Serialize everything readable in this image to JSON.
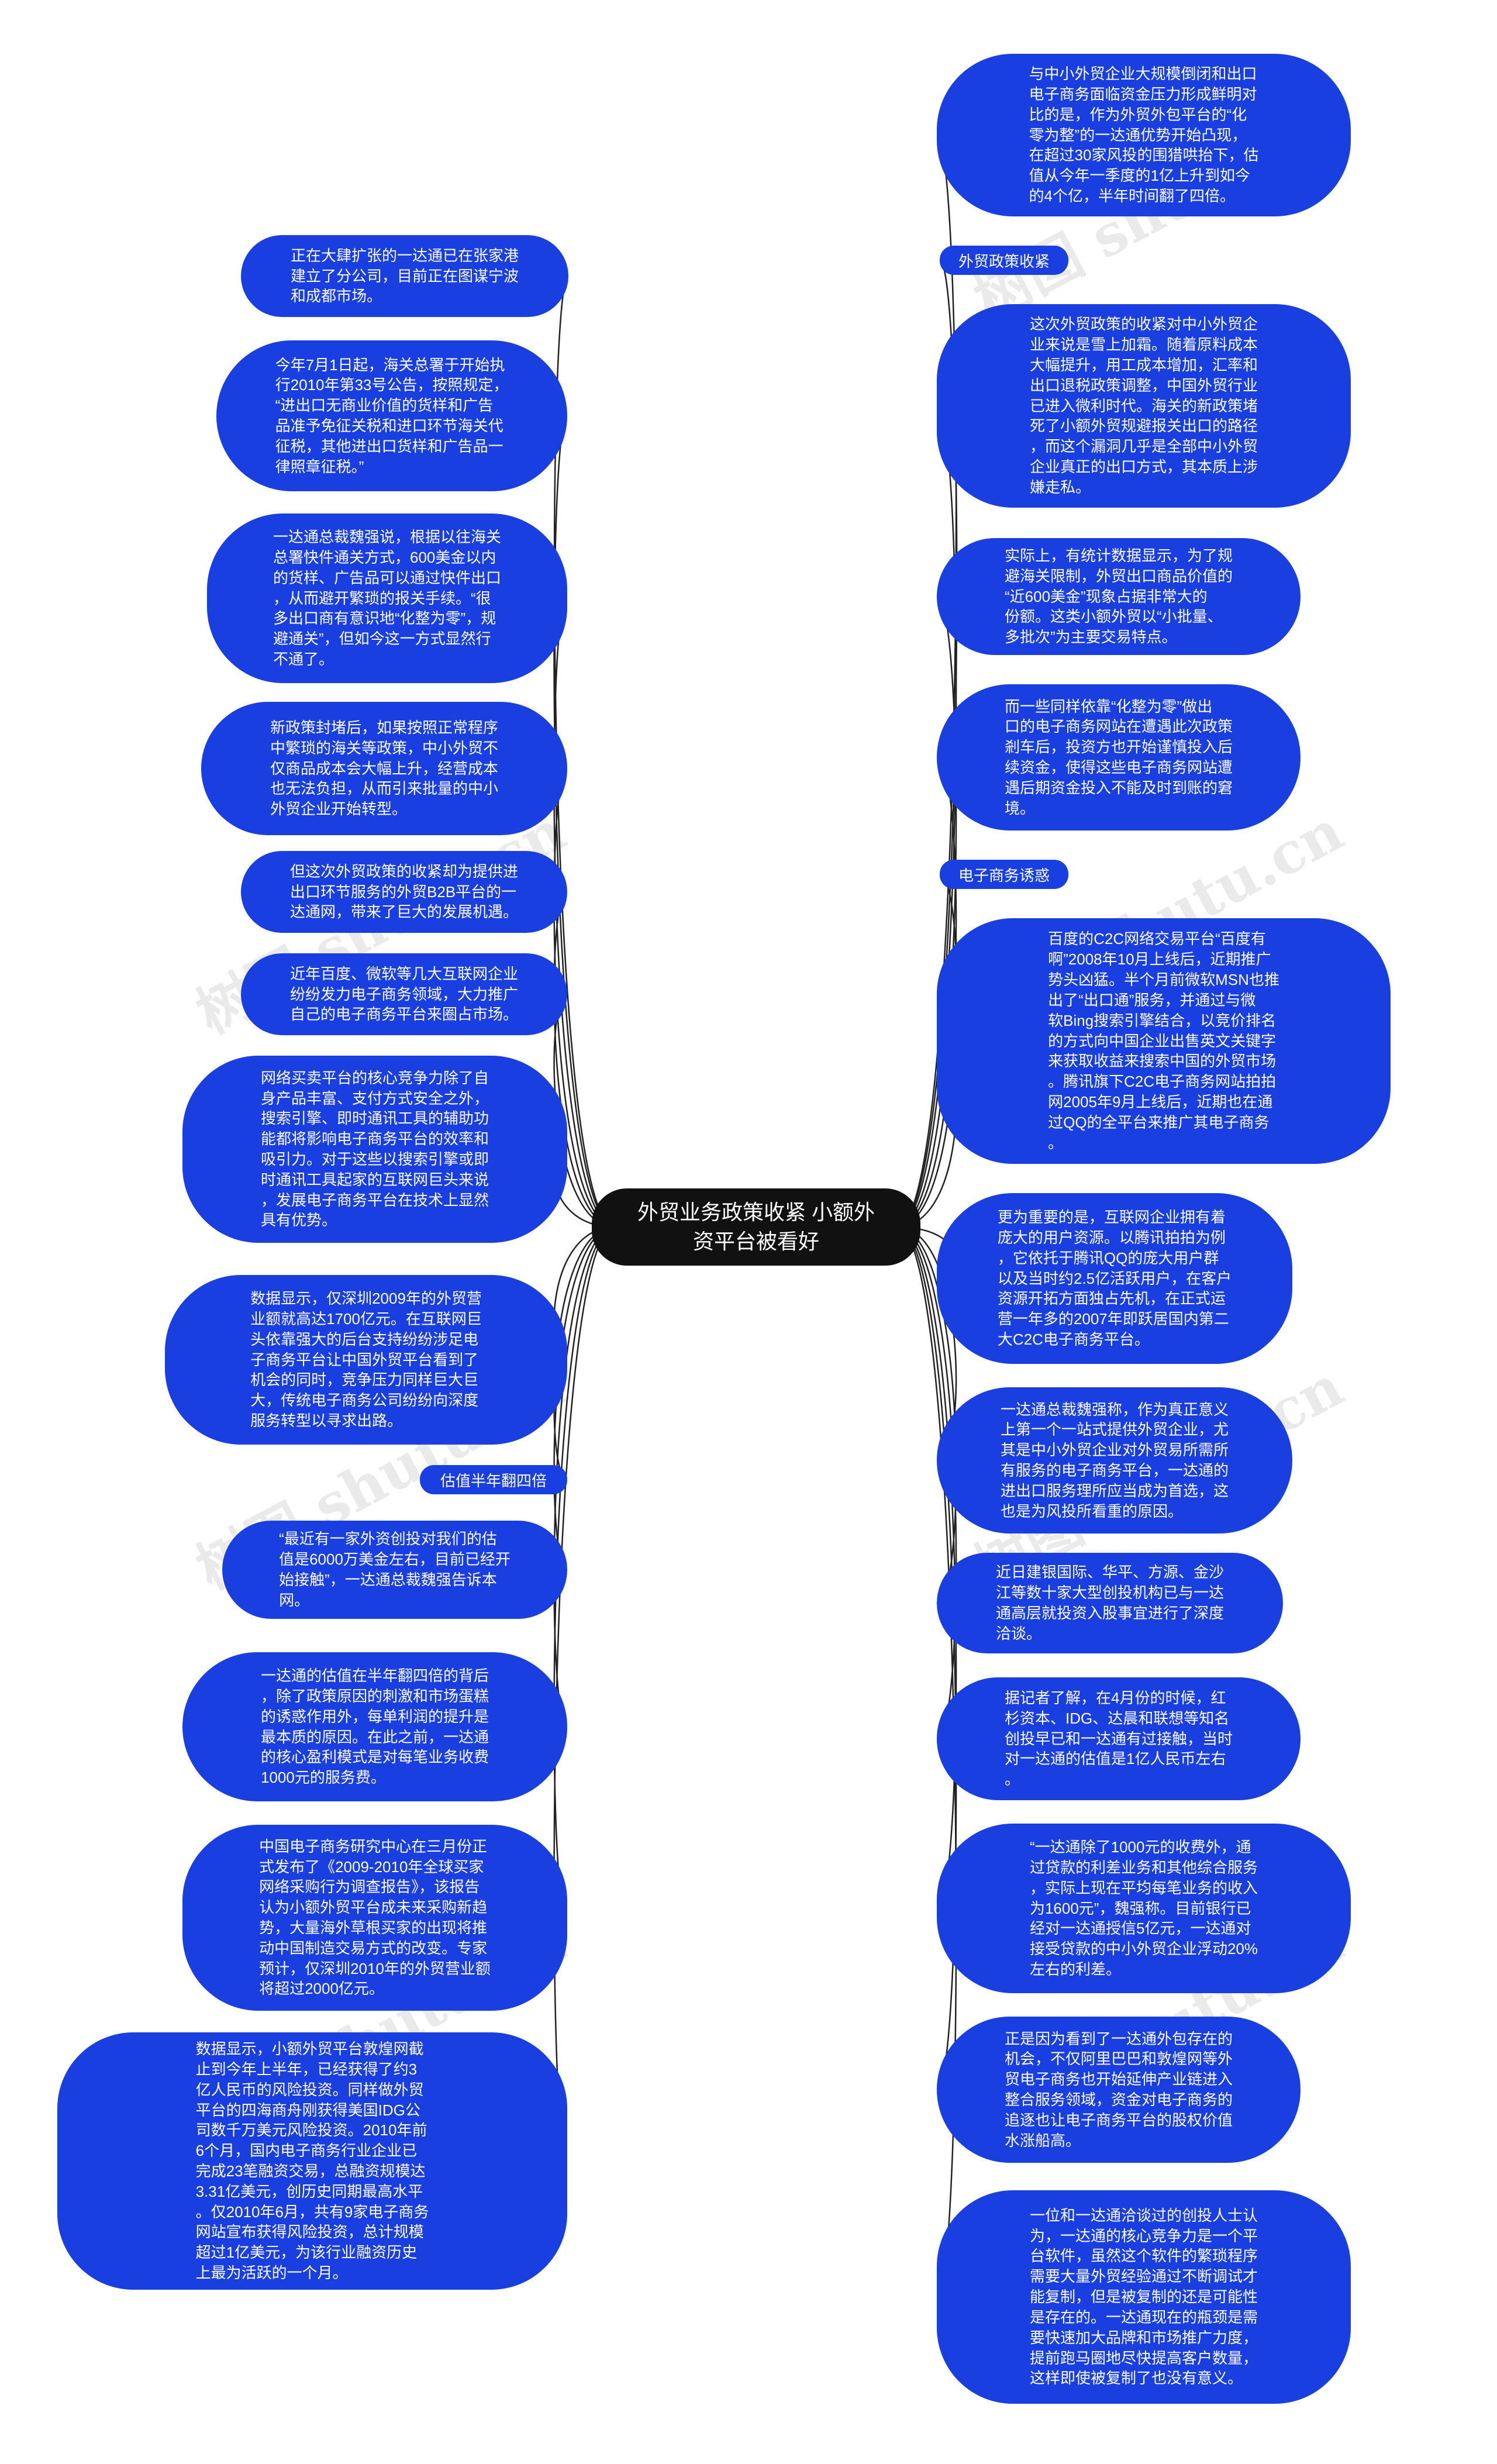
{
  "root": {
    "title": "外贸业务政策收紧 小额外\n资平台被看好"
  },
  "watermark": "树图 shutu.cn",
  "colors": {
    "node": "#1a3fe0",
    "root": "#111111",
    "line": "#222222"
  },
  "right": {
    "n1": "与中小外贸企业大规模倒闭和出口\n电子商务面临资金压力形成鲜明对\n比的是，作为外贸外包平台的“化\n零为整”的一达通优势开始凸现，\n在超过30家风投的围猎哄抬下，估\n值从今年一季度的1亿上升到如今\n的4个亿，半年时间翻了四倍。",
    "label1": "外贸政策收紧",
    "n2": "这次外贸政策的收紧对中小外贸企\n业来说是雪上加霜。随着原料成本\n大幅提升，用工成本增加，汇率和\n出口退税政策调整，中国外贸行业\n已进入微利时代。海关的新政策堵\n死了小额外贸规避报关出口的路径\n，而这个漏洞几乎是全部中小外贸\n企业真正的出口方式，其本质上涉\n嫌走私。",
    "n3": "实际上，有统计数据显示，为了规\n避海关限制，外贸出口商品价值的\n“近600美金”现象占据非常大的\n份额。这类小额外贸以“小批量、\n多批次”为主要交易特点。",
    "n4": "而一些同样依靠“化整为零”做出\n口的电子商务网站在遭遇此次政策\n剎车后，投资方也开始谨慎投入后\n续资金，使得这些电子商务网站遭\n遇后期资金投入不能及时到账的窘\n境。",
    "label2": "电子商务诱惑",
    "n5": "百度的C2C网络交易平台“百度有\n啊”2008年10月上线后，近期推广\n势头凶猛。半个月前微软MSN也推\n出了“出口通”服务，并通过与微\n软Bing搜索引擎结合，以竞价排名\n的方式向中国企业出售英文关键字\n来获取收益来搜索中国的外贸市场\n。腾讯旗下C2C电子商务网站拍拍\n网2005年9月上线后，近期也在通\n过QQ的全平台来推广其电子商务\n。",
    "n6": "更为重要的是，互联网企业拥有着\n庞大的用户资源。以腾讯拍拍为例\n，它依托于腾讯QQ的庞大用户群\n以及当时约2.5亿活跃用户，在客户\n资源开拓方面独占先机，在正式运\n营一年多的2007年即跃居国内第二\n大C2C电子商务平台。",
    "n7": "一达通总裁魏强称，作为真正意义\n上第一个一站式提供外贸企业，尤\n其是中小外贸企业对外贸易所需所\n有服务的电子商务平台，一达通的\n进出口服务理所应当成为首选，这\n也是为风投所看重的原因。",
    "n8": "近日建银国际、华平、方源、金沙\n江等数十家大型创投机构已与一达\n通高层就投资入股事宜进行了深度\n洽谈。",
    "n9": "据记者了解，在4月份的时候，红\n杉资本、IDG、达晨和联想等知名\n创投早已和一达通有过接触，当时\n对一达通的估值是1亿人民币左右\n。",
    "n10": "“一达通除了1000元的收费外，通\n过贷款的利差业务和其他综合服务\n，实际上现在平均每笔业务的收入\n为1600元”，魏强称。目前银行已\n经对一达通授信5亿元，一达通对\n接受贷款的中小外贸企业浮动20%\n左右的利差。",
    "n11": "正是因为看到了一达通外包存在的\n机会，不仅阿里巴巴和敦煌网等外\n贸电子商务也开始延伸产业链进入\n整合服务领域，资金对电子商务的\n追逐也让电子商务平台的股权价值\n水涨船高。",
    "n12": "一位和一达通洽谈过的创投人士认\n为，一达通的核心竞争力是一个平\n台软件，虽然这个软件的繁琐程序\n需要大量外贸经验通过不断调试才\n能复制，但是被复制的还是可能性\n是存在的。一达通现在的瓶颈是需\n要快速加大品牌和市场推广力度，\n提前跑马圈地尽快提高客户数量，\n这样即使被复制了也没有意义。"
  },
  "left": {
    "n1": "正在大肆扩张的一达通已在张家港\n建立了分公司，目前正在图谋宁波\n和成都市场。",
    "n2": "今年7月1日起，海关总署于开始执\n行2010年第33号公告，按照规定，\n“进出口无商业价值的货样和广告\n品准予免征关税和进口环节海关代\n征税，其他进出口货样和广告品一\n律照章征税。”",
    "n3": "一达通总裁魏强说，根据以往海关\n总署快件通关方式，600美金以内\n的货样、广告品可以通过快件出口\n，从而避开繁琐的报关手续。“很\n多出口商有意识地“化整为零”，规\n避通关”，但如今这一方式显然行\n不通了。",
    "n4": "新政策封堵后，如果按照正常程序\n中繁琐的海关等政策，中小外贸不\n仅商品成本会大幅上升，经营成本\n也无法负担，从而引来批量的中小\n外贸企业开始转型。",
    "n5": "但这次外贸政策的收紧却为提供进\n出口环节服务的外贸B2B平台的一\n达通网，带来了巨大的发展机遇。",
    "n6": "近年百度、微软等几大互联网企业\n纷纷发力电子商务领域，大力推广\n自己的电子商务平台来圈占市场。",
    "n7": "网络买卖平台的核心竞争力除了自\n身产品丰富、支付方式安全之外，\n搜索引擎、即时通讯工具的辅助功\n能都将影响电子商务平台的效率和\n吸引力。对于这些以搜索引擎或即\n时通讯工具起家的互联网巨头来说\n，发展电子商务平台在技术上显然\n具有优势。",
    "n8": "数据显示，仅深圳2009年的外贸营\n业额就高达1700亿元。在互联网巨\n头依靠强大的后台支持纷纷涉足电\n子商务平台让中国外贸平台看到了\n机会的同时，竞争压力同样巨大巨\n大，传统电子商务公司纷纷向深度\n服务转型以寻求出路。",
    "label1": "估值半年翻四倍",
    "n9": "“最近有一家外资创投对我们的估\n值是6000万美金左右，目前已经开\n始接触”，一达通总裁魏强告诉本\n网。",
    "n10": "一达通的估值在半年翻四倍的背后\n，除了政策原因的刺激和市场蛋糕\n的诱惑作用外，每单利润的提升是\n最本质的原因。在此之前，一达通\n的核心盈利模式是对每笔业务收费\n1000元的服务费。",
    "n11": "中国电子商务研究中心在三月份正\n式发布了《2009-2010年全球买家\n网络采购行为调查报告》，该报告\n认为小额外贸平台成未来采购新趋\n势，大量海外草根买家的出现将推\n动中国制造交易方式的改变。专家\n预计，仅深圳2010年的外贸营业额\n将超过2000亿元。",
    "n12": "数据显示，小额外贸平台敦煌网截\n止到今年上半年，已经获得了约3\n亿人民币的风险投资。同样做外贸\n平台的四海商舟刚获得美国IDG公\n司数千万美元风险投资。2010年前\n6个月，国内电子商务行业企业已\n完成23笔融资交易，总融资规模达\n3.31亿美元，创历史同期最高水平\n。仅2010年6月，共有9家电子商务\n网站宣布获得风险投资，总计规模\n超过1亿美元，为该行业融资历史\n上最为活跃的一个月。"
  }
}
